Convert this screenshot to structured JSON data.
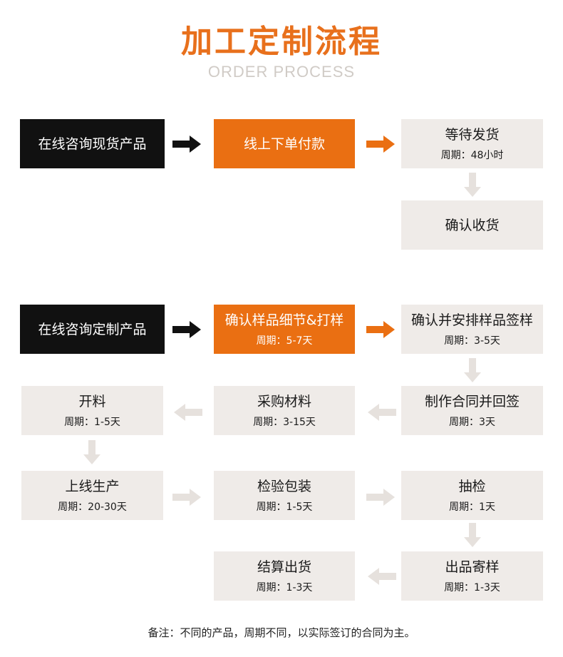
{
  "header": {
    "title": "加工定制流程",
    "subtitle": "ORDER PROCESS"
  },
  "flow1": {
    "start": "在线咨询现货产品",
    "order": "线上下单付款",
    "wait": {
      "title": "等待发货",
      "period": "周期：48小时"
    },
    "receive": "确认收货"
  },
  "flow2": {
    "start": "在线咨询定制产品",
    "sample": {
      "title": "确认样品细节&打样",
      "period": "周期：5-7天"
    },
    "confirm_sample": {
      "title": "确认并安排样品签样",
      "period": "周期：3-5天"
    },
    "contract": {
      "title": "制作合同并回签",
      "period": "周期：3天"
    },
    "purchase": {
      "title": "采购材料",
      "period": "周期：3-15天"
    },
    "cutting": {
      "title": "开料",
      "period": "周期：1-5天"
    },
    "production": {
      "title": "上线生产",
      "period": "周期：20-30天"
    },
    "packing": {
      "title": "检验包装",
      "period": "周期：1-5天"
    },
    "inspection": {
      "title": "抽检",
      "period": "周期：1天"
    },
    "ship_sample": {
      "title": "出品寄样",
      "period": "周期：1-3天"
    },
    "settle": {
      "title": "结算出货",
      "period": "周期：1-3天"
    }
  },
  "note": "备注：不同的产品，周期不同，以实际签订的合同为主。",
  "colors": {
    "accent": "#ea6f12",
    "dark": "#111111",
    "light_box": "#efebe8",
    "faded_arrow": "#e6e1dd"
  }
}
